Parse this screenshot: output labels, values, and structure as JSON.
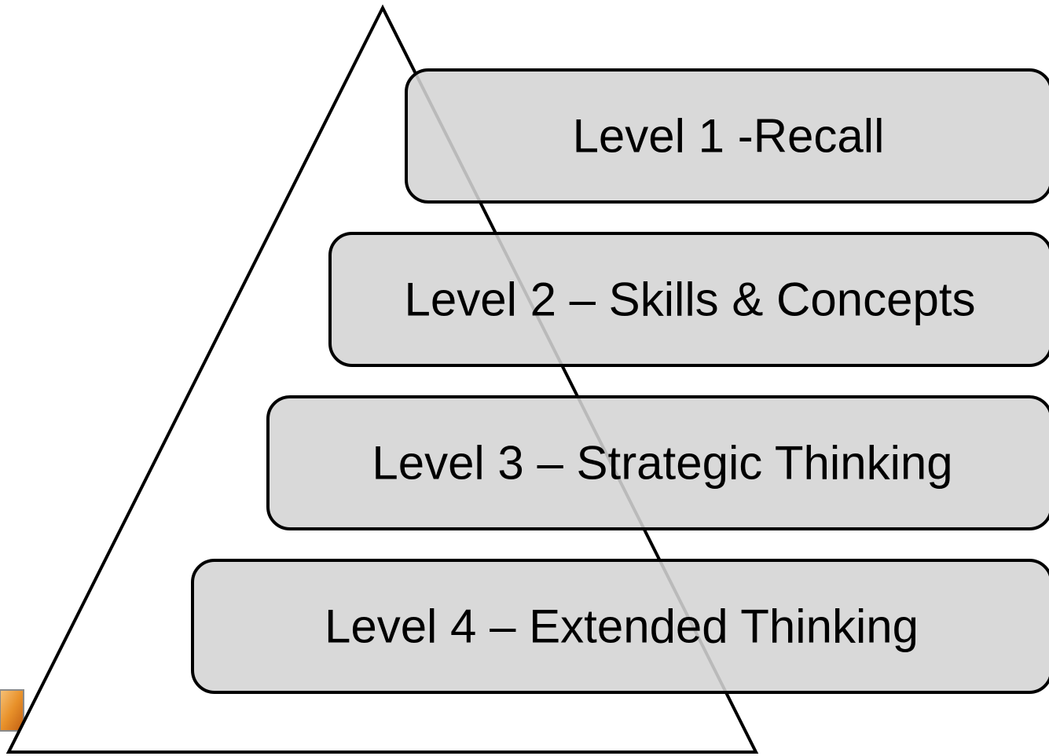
{
  "diagram": {
    "type": "pyramid",
    "levels": [
      {
        "label": "Level 1 -Recall"
      },
      {
        "label": "Level 2 – Skills & Concepts"
      },
      {
        "label": "Level 3 – Strategic Thinking"
      },
      {
        "label": "Level 4 – Extended Thinking"
      }
    ]
  },
  "colors": {
    "box_fill": "#d4d4d4",
    "box_stroke": "#000000",
    "triangle_stroke": "#000000",
    "background": "#ffffff",
    "corner_icon": "#e8912a"
  },
  "icons": {
    "corner": "orange-image-fragment-icon"
  }
}
